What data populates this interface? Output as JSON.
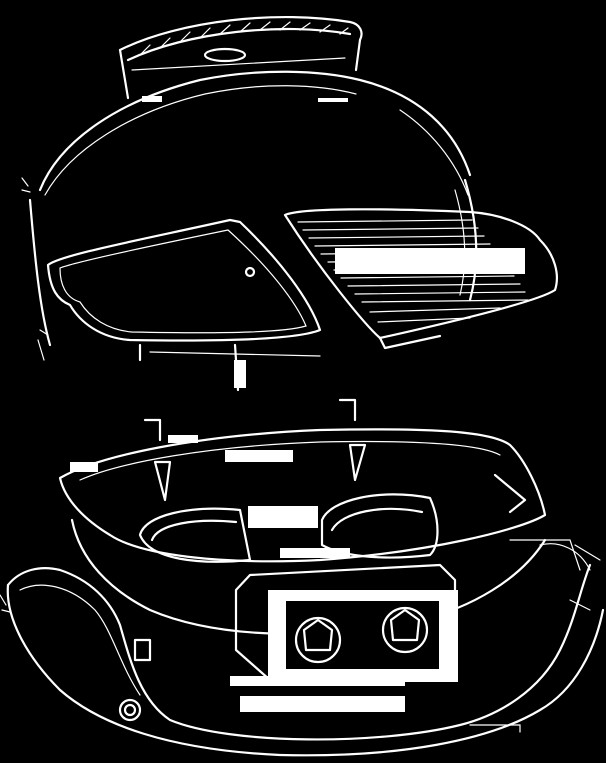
{
  "diagram": {
    "subject": "grill-exploded-view",
    "colors": {
      "background": "#000000",
      "line": "#ffffff"
    },
    "parts": [
      {
        "id": "lid",
        "icon": "grill-lid"
      },
      {
        "id": "lid-handle",
        "icon": "handle"
      },
      {
        "id": "griddle-plate",
        "icon": "flat-griddle"
      },
      {
        "id": "grill-grate",
        "icon": "ribbed-grate"
      },
      {
        "id": "cook-box",
        "icon": "firebox"
      },
      {
        "id": "burners",
        "icon": "burner-tubes"
      },
      {
        "id": "control-panel",
        "icon": "control-knobs"
      },
      {
        "id": "base-stand",
        "icon": "base-frame"
      }
    ]
  }
}
